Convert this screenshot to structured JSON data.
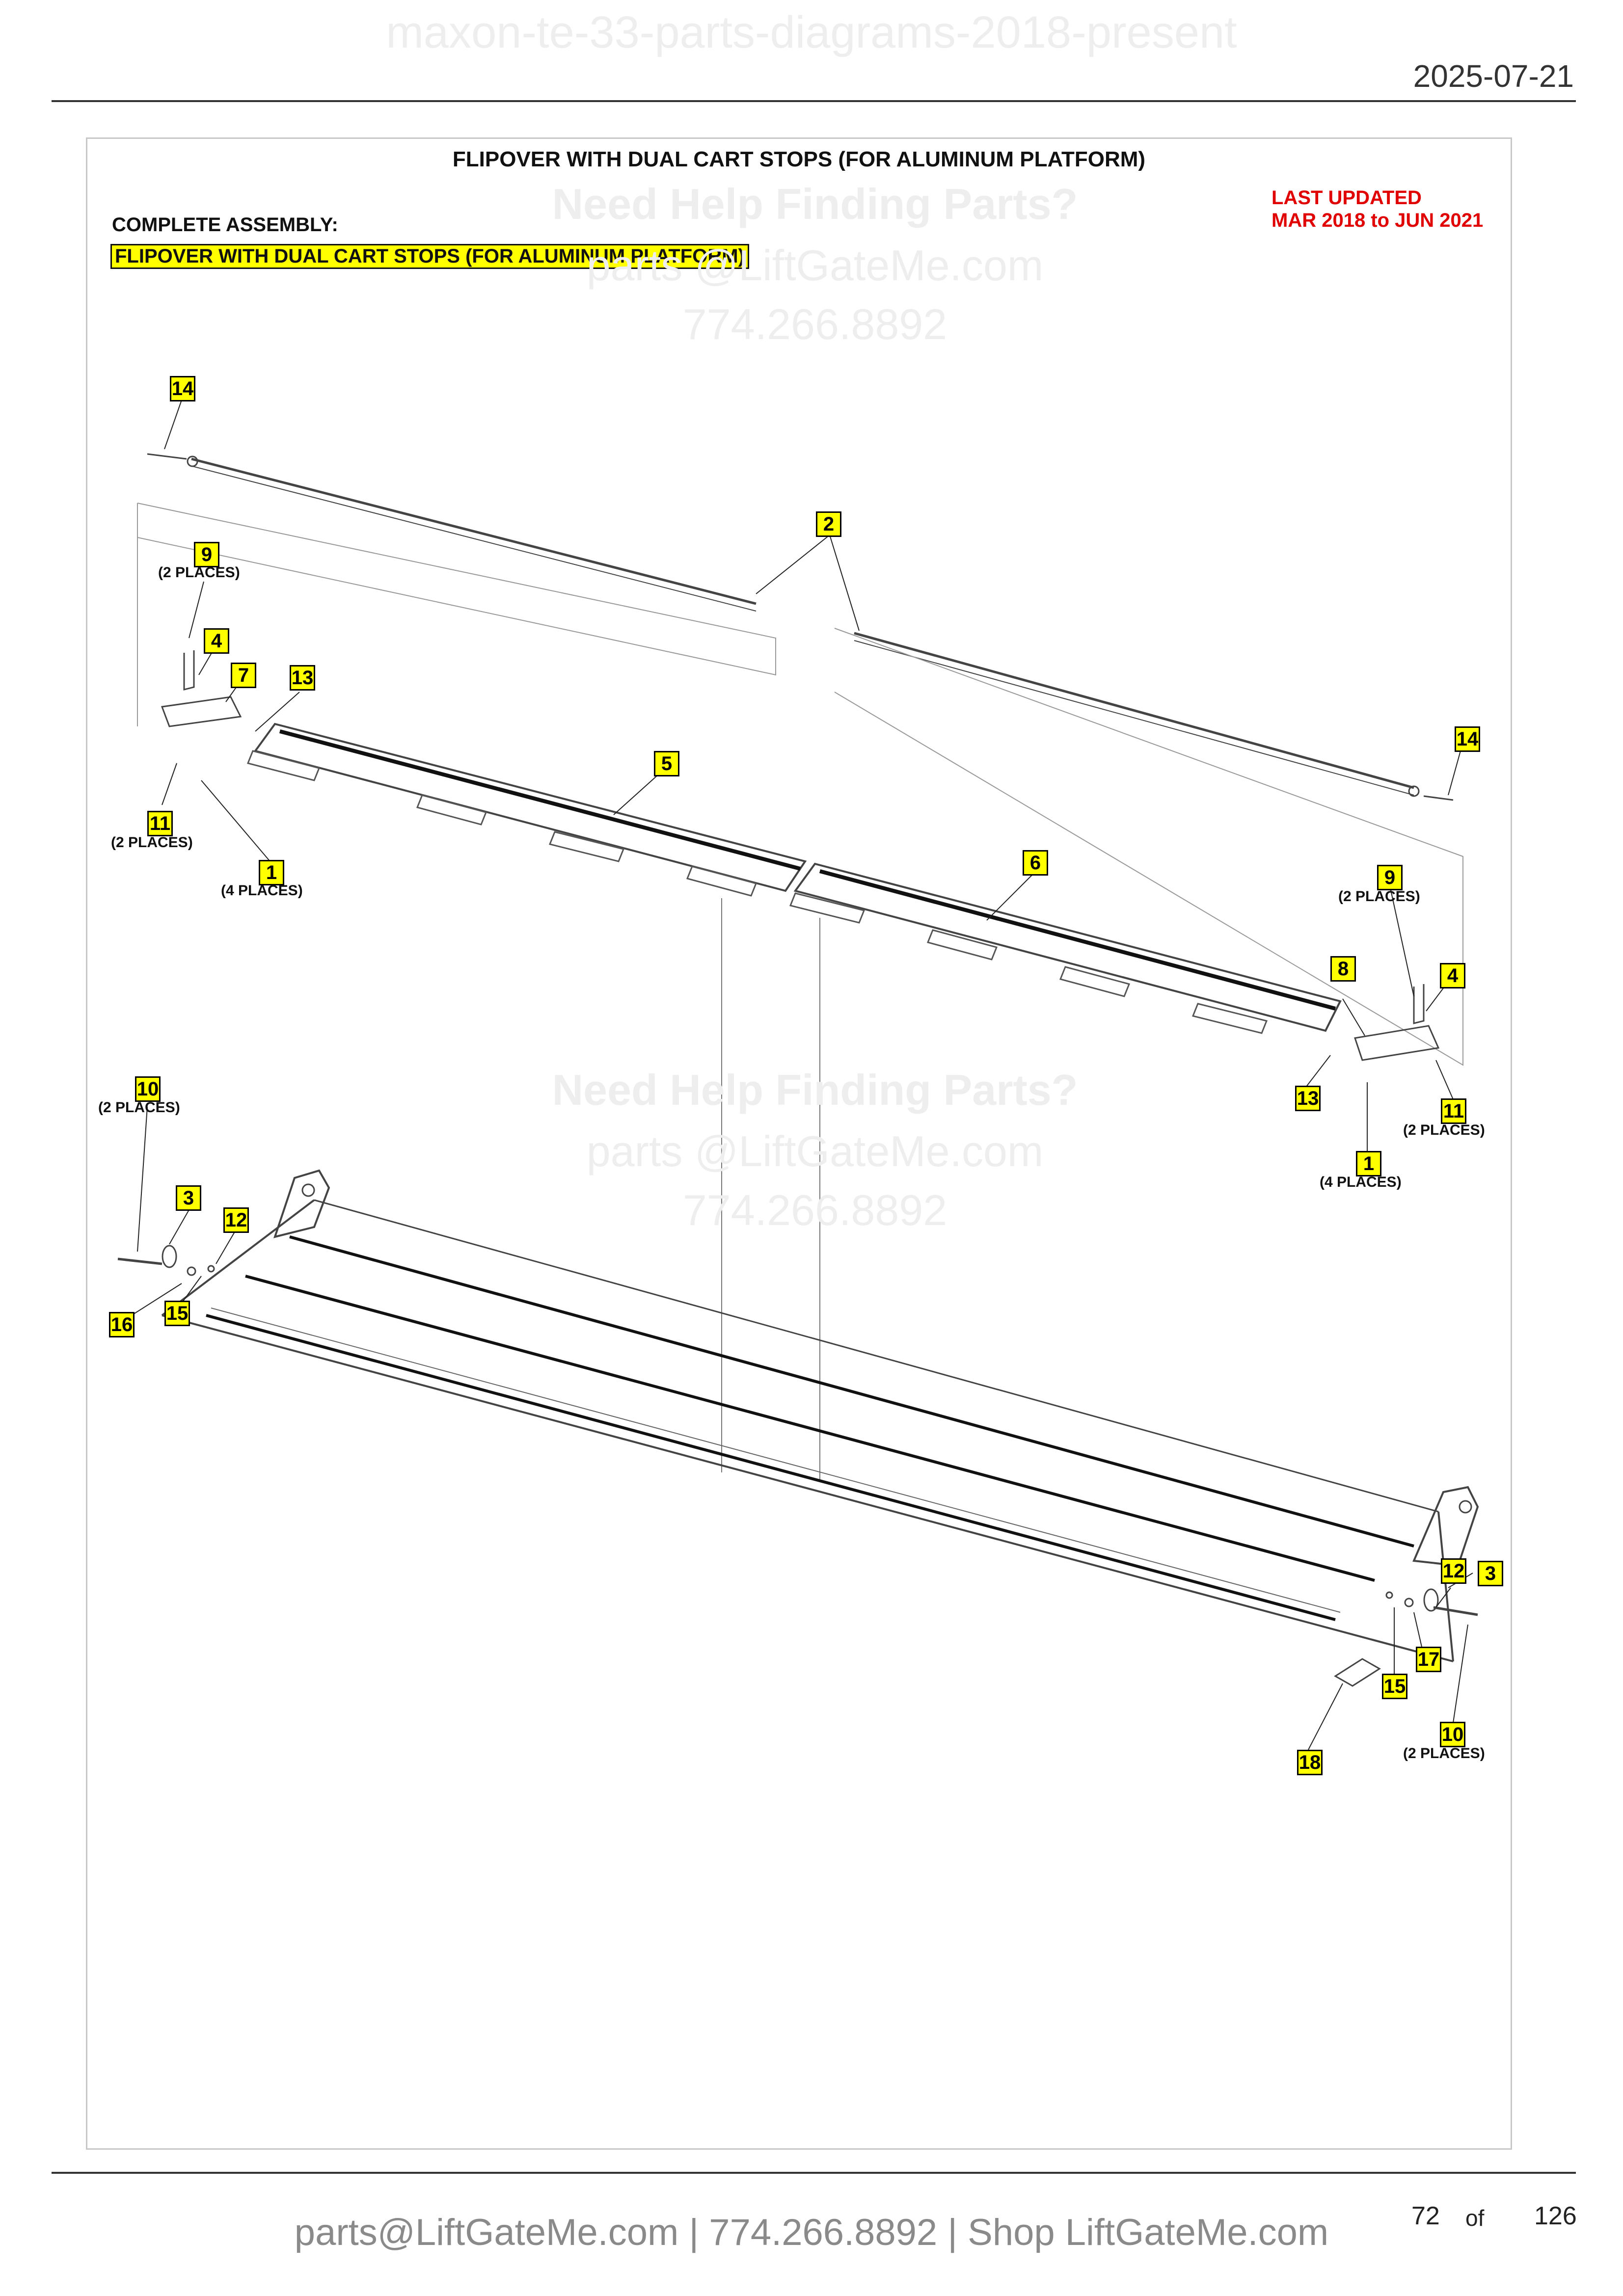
{
  "header": {
    "doc_title": "maxon-te-33-parts-diagrams-2018-present",
    "date": "2025-07-21"
  },
  "diagram": {
    "title": "FLIPOVER WITH DUAL CART STOPS (FOR ALUMINUM PLATFORM)",
    "assembly_label": "COMPLETE ASSEMBLY:",
    "assembly_name": "FLIPOVER WITH DUAL CART STOPS (FOR ALUMINUM PLATFORM)",
    "last_updated_label": "LAST UPDATED",
    "last_updated_range": "MAR 2018 to JUN 2021",
    "watermark": {
      "help": "Need Help Finding Parts?",
      "email": "parts @LiftGateMe.com",
      "phone": "774.266.8892"
    },
    "callouts": [
      {
        "num": "14",
        "places": ""
      },
      {
        "num": "2",
        "places": ""
      },
      {
        "num": "9",
        "places": "(2 PLACES)"
      },
      {
        "num": "4",
        "places": ""
      },
      {
        "num": "7",
        "places": ""
      },
      {
        "num": "13",
        "places": ""
      },
      {
        "num": "5",
        "places": ""
      },
      {
        "num": "11",
        "places": "(2 PLACES)"
      },
      {
        "num": "1",
        "places": "(4 PLACES)"
      },
      {
        "num": "6",
        "places": ""
      },
      {
        "num": "14",
        "places": ""
      },
      {
        "num": "9",
        "places": "(2 PLACES)"
      },
      {
        "num": "8",
        "places": ""
      },
      {
        "num": "4",
        "places": ""
      },
      {
        "num": "13",
        "places": ""
      },
      {
        "num": "11",
        "places": "(2 PLACES)"
      },
      {
        "num": "1",
        "places": "(4 PLACES)"
      },
      {
        "num": "10",
        "places": "(2 PLACES)"
      },
      {
        "num": "3",
        "places": ""
      },
      {
        "num": "12",
        "places": ""
      },
      {
        "num": "15",
        "places": ""
      },
      {
        "num": "16",
        "places": ""
      },
      {
        "num": "12",
        "places": ""
      },
      {
        "num": "3",
        "places": ""
      },
      {
        "num": "17",
        "places": ""
      },
      {
        "num": "15",
        "places": ""
      },
      {
        "num": "10",
        "places": "(2 PLACES)"
      },
      {
        "num": "18",
        "places": ""
      }
    ]
  },
  "footer": {
    "contact": "parts@LiftGateMe.com | 774.266.8892 | Shop LiftGateMe.com",
    "page": "72",
    "of": "of",
    "total": "126"
  }
}
